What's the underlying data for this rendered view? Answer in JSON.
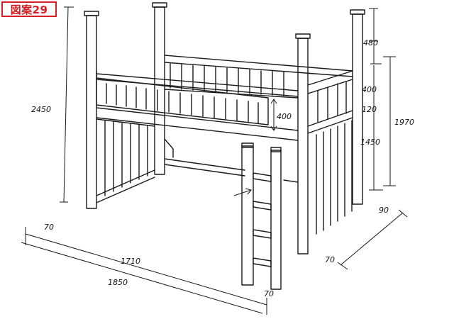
{
  "badge": {
    "label": "図案29",
    "color": "#d61f26"
  },
  "dimensions": {
    "total_height": "2450",
    "top_post": "480",
    "guard_rail_right": "400",
    "guard_rail_front": "400",
    "rail_gap": "120",
    "deck_height": "1450",
    "bed_height": "1970",
    "depth_post": "90",
    "ladder_foot": "70",
    "left_foot": "70",
    "inner_length": "1710",
    "outer_length": "1850",
    "ladder_width": "70"
  }
}
